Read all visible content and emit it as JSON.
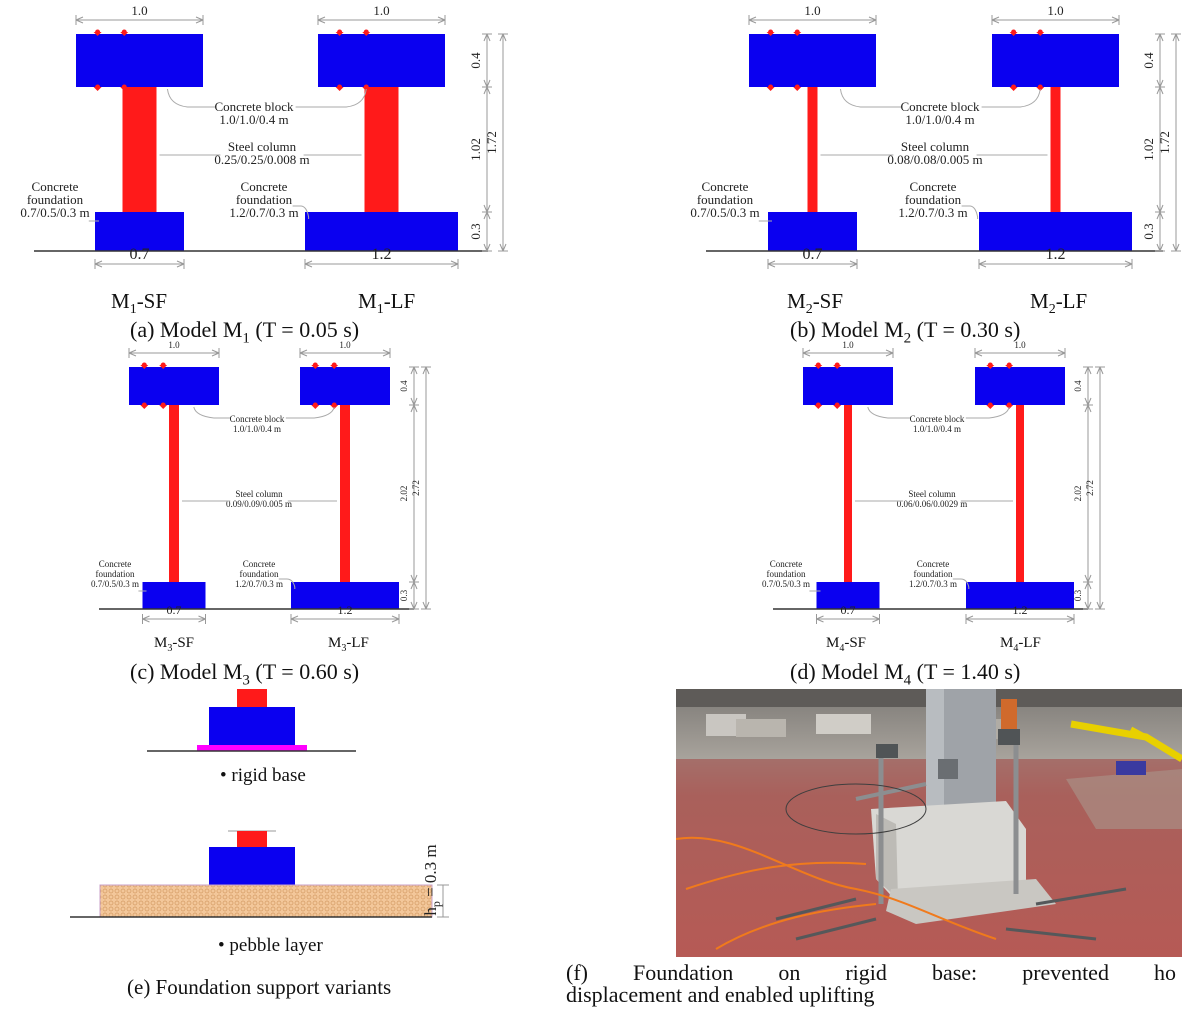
{
  "panels": {
    "a": {
      "caption_pre": "(a) Model M",
      "caption_sub": "1",
      "caption_post": " (T = 0.05 s)",
      "left_model": {
        "base": "M",
        "sub": "1",
        "suffix": "-SF"
      },
      "right_model": {
        "base": "M",
        "sub": "1",
        "suffix": "-LF"
      },
      "block_width_left": "1.0",
      "block_width_right": "1.0",
      "found_width_left": "0.7",
      "found_width_right": "1.2",
      "block_label": [
        "Concrete block",
        "1.0/1.0/0.4 m"
      ],
      "column_label": [
        "Steel column",
        "0.25/0.25/0.008 m"
      ],
      "left_found_label": [
        "Concrete",
        "foundation",
        "0.7/0.5/0.3 m"
      ],
      "right_found_label": [
        "Concrete",
        "foundation",
        "1.2/0.7/0.3 m"
      ],
      "dims": {
        "block": "0.4",
        "column": "1.02",
        "total": "1.72",
        "foundation": "0.3"
      }
    },
    "b": {
      "caption_pre": "(b) Model M",
      "caption_sub": "2",
      "caption_post": " (T = 0.30 s)",
      "left_model": {
        "base": "M",
        "sub": "2",
        "suffix": "-SF"
      },
      "right_model": {
        "base": "M",
        "sub": "2",
        "suffix": "-LF"
      },
      "block_width_left": "1.0",
      "block_width_right": "1.0",
      "found_width_left": "0.7",
      "found_width_right": "1.2",
      "block_label": [
        "Concrete block",
        "1.0/1.0/0.4 m"
      ],
      "column_label": [
        "Steel column",
        "0.08/0.08/0.005 m"
      ],
      "left_found_label": [
        "Concrete",
        "foundation",
        "0.7/0.5/0.3 m"
      ],
      "right_found_label": [
        "Concrete",
        "foundation",
        "1.2/0.7/0.3 m"
      ],
      "dims": {
        "block": "0.4",
        "column": "1.02",
        "total": "1.72",
        "foundation": "0.3"
      }
    },
    "c": {
      "caption_pre": "(c) Model M",
      "caption_sub": "3",
      "caption_post": " (T = 0.60 s)",
      "left_model": {
        "base": "M",
        "sub": "3",
        "suffix": "-SF"
      },
      "right_model": {
        "base": "M",
        "sub": "3",
        "suffix": "-LF"
      },
      "block_width_left": "1.0",
      "block_width_right": "1.0",
      "found_width_left": "0.7",
      "found_width_right": "1.2",
      "block_label": [
        "Concrete block",
        "1.0/1.0/0.4 m"
      ],
      "column_label": [
        "Steel column",
        "0.09/0.09/0.005 m"
      ],
      "left_found_label": [
        "Concrete",
        "foundation",
        "0.7/0.5/0.3 m"
      ],
      "right_found_label": [
        "Concrete",
        "foundation",
        "1.2/0.7/0.3 m"
      ],
      "dims": {
        "block": "0.4",
        "column": "2.02",
        "total": "2.72",
        "foundation": "0.3"
      }
    },
    "d": {
      "caption_pre": "(d) Model M",
      "caption_sub": "4",
      "caption_post": " (T = 1.40 s)",
      "left_model": {
        "base": "M",
        "sub": "4",
        "suffix": "-SF"
      },
      "right_model": {
        "base": "M",
        "sub": "4",
        "suffix": "-LF"
      },
      "block_width_left": "1.0",
      "block_width_right": "1.0",
      "found_width_left": "0.7",
      "found_width_right": "1.2",
      "block_label": [
        "Concrete block",
        "1.0/1.0/0.4 m"
      ],
      "column_label": [
        "Steel column",
        "0.06/0.06/0.0029 m"
      ],
      "left_found_label": [
        "Concrete",
        "foundation",
        "0.7/0.5/0.3 m"
      ],
      "right_found_label": [
        "Concrete",
        "foundation",
        "1.2/0.7/0.3 m"
      ],
      "dims": {
        "block": "0.4",
        "column": "2.02",
        "total": "2.72",
        "foundation": "0.3"
      }
    },
    "e": {
      "caption": "(e) Foundation support variants",
      "variant_1": "• rigid base",
      "variant_2": "• pebble layer",
      "pebble_height": "h",
      "pebble_height_sub": "p",
      "pebble_height_value": " = 0.3 m"
    },
    "f": {
      "caption_words": [
        "(f)",
        "Foundation",
        "on",
        "rigid",
        "base:",
        "prevented",
        "ho"
      ],
      "caption_line2": "displacement and enabled uplifting"
    }
  },
  "colors": {
    "block": "#0a00f0",
    "column": "#ff1a1a",
    "rigid_base": "#ff00ff",
    "pebble": "#f3c79a",
    "dimension": "#999999"
  }
}
